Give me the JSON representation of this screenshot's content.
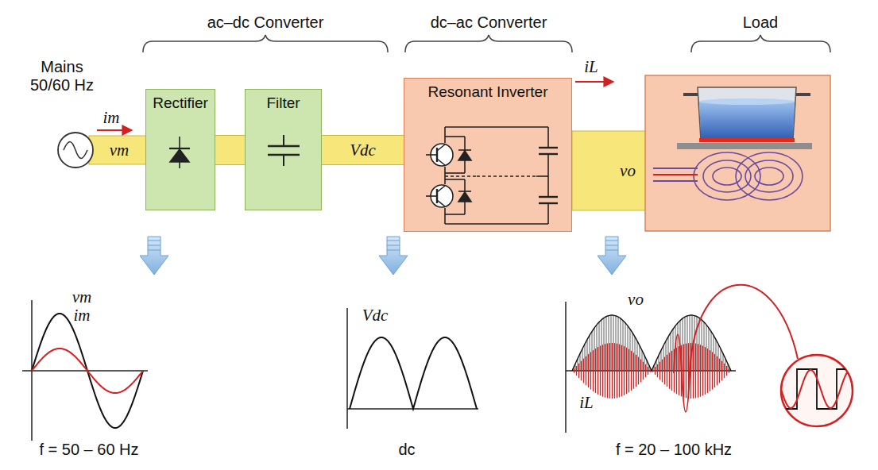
{
  "diagram": {
    "nodes": [
      {
        "text": [
          "Rectifier"
        ]
      },
      {
        "text": [
          "Filter"
        ]
      },
      {
        "text": [
          "Resonant Inverter"
        ]
      }
    ],
    "edges": [
      {
        "from": 0,
        "to": 1,
        "arrow": "none"
      },
      {
        "from": 1,
        "to": 2,
        "label": "Vdc",
        "arrow": "none"
      }
    ],
    "labels": [
      "ac–dc Converter",
      "dc–ac Converter",
      "Load",
      "Mains 50/60 Hz",
      "im",
      "vm",
      "iL",
      "vo",
      "vm",
      "im",
      "Vdc",
      "vo",
      "iL",
      "f = 50 – 60 Hz",
      "dc",
      "f = 20 – 100 kHz"
    ]
  }
}
